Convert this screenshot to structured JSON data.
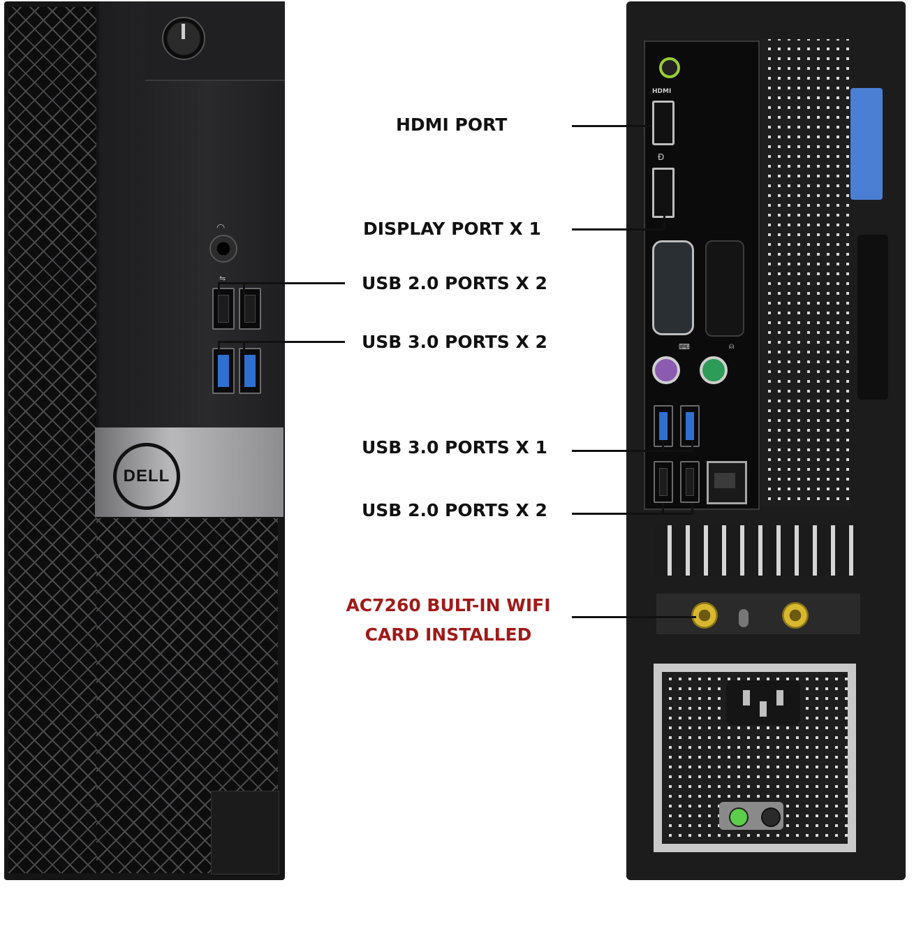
{
  "callouts": {
    "hdmi": "HDMI PORT",
    "displayport": "DISPLAY PORT X 1",
    "front_usb2": "USB 2.0 PORTS X 2",
    "front_usb3": "USB 3.0 PORTS X 2",
    "rear_usb3": "USB 3.0 PORTS X 1",
    "rear_usb2": "USB 2.0 PORTS X 2",
    "wifi_line1": "AC7260 BULT-IN WIFI",
    "wifi_line2": "CARD INSTALLED"
  },
  "brand": {
    "logo_text": "DELL"
  },
  "colors": {
    "callout_text": "#111111",
    "wifi_callout_text": "#a01a1a",
    "usb3_port": "#2f6fd0",
    "ps2_keyboard": "#8a5bb0",
    "ps2_mouse": "#2e9b58",
    "audio_jack": "#9acd32",
    "blue_latch": "#4a7fd4"
  },
  "icons": {
    "power": "power-icon",
    "headphone": "headphone-icon",
    "hdmi": "hdmi-icon",
    "displayport": "displayport-icon",
    "serial": "serial-port-icon",
    "keyboard": "keyboard-icon",
    "mouse": "mouse-icon",
    "usb": "usb-icon",
    "ethernet": "ethernet-icon",
    "power_socket": "power-socket-icon"
  }
}
